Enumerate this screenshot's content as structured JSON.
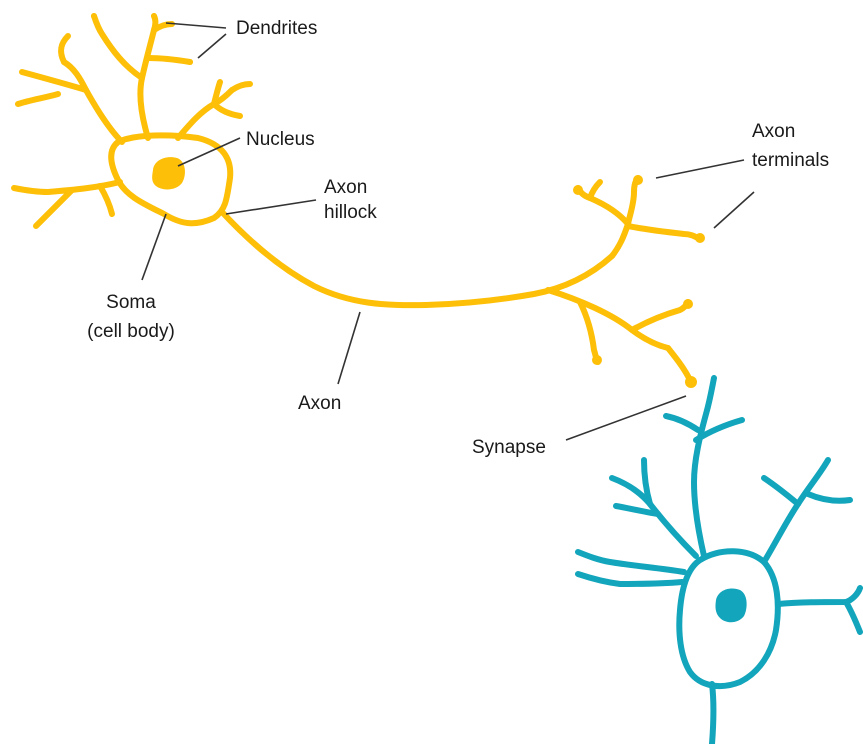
{
  "colors": {
    "neuron_1": "#FDBF07",
    "neuron_2": "#12A5BB",
    "label_text": "#1a1a1a",
    "pointer_line": "#333333",
    "background": "#ffffff"
  },
  "labels": {
    "dendrites": "Dendrites",
    "nucleus": "Nucleus",
    "axon_hillock_line1": "Axon",
    "axon_hillock_line2": "hillock",
    "soma_line1": "Soma",
    "soma_line2": "(cell body)",
    "axon": "Axon",
    "axon_terminals_line1": "Axon",
    "axon_terminals_line2": "terminals",
    "synapse": "Synapse"
  }
}
